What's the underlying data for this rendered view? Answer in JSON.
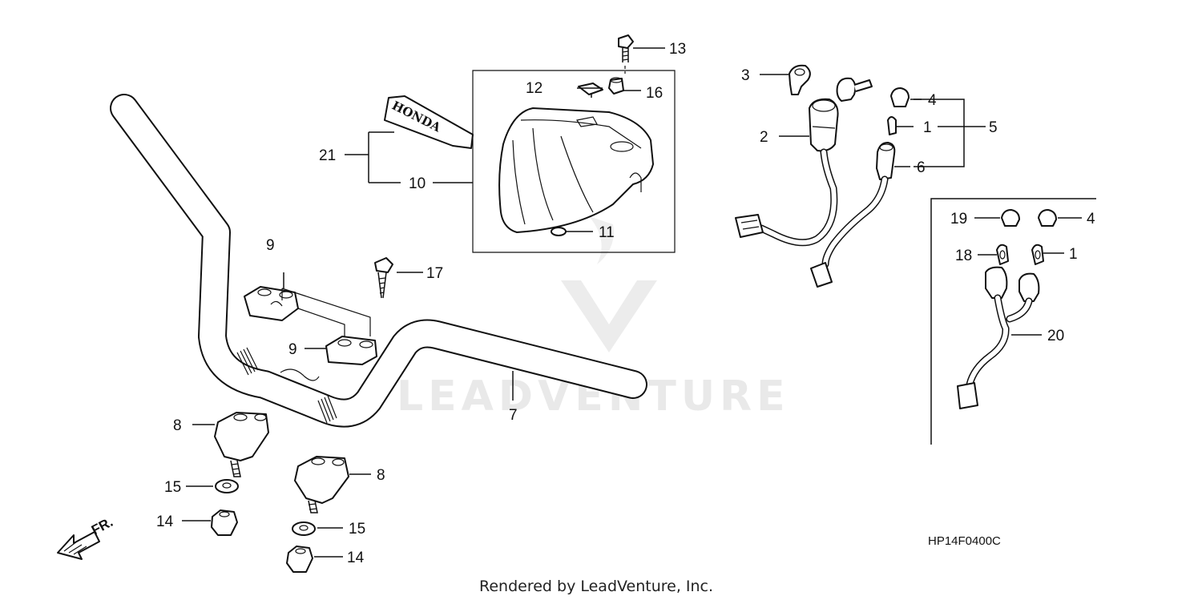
{
  "diagram": {
    "drawing_code": "HP14F0400C",
    "footer": "Rendered by LeadVenture, Inc.",
    "watermark": "LEADVENTURE",
    "front_marker": "FR.",
    "emblem_text": "HONDA",
    "callouts": {
      "c1a": "1",
      "c1b": "1",
      "c2": "2",
      "c3": "3",
      "c4a": "4",
      "c4b": "4",
      "c5": "5",
      "c6": "6",
      "c7": "7",
      "c8a": "8",
      "c8b": "8",
      "c9a": "9",
      "c9b": "9",
      "c10": "10",
      "c11": "11",
      "c12": "12",
      "c13": "13",
      "c14a": "14",
      "c14b": "14",
      "c15a": "15",
      "c15b": "15",
      "c16": "16",
      "c17": "17",
      "c18": "18",
      "c19": "19",
      "c20": "20",
      "c21": "21"
    }
  }
}
